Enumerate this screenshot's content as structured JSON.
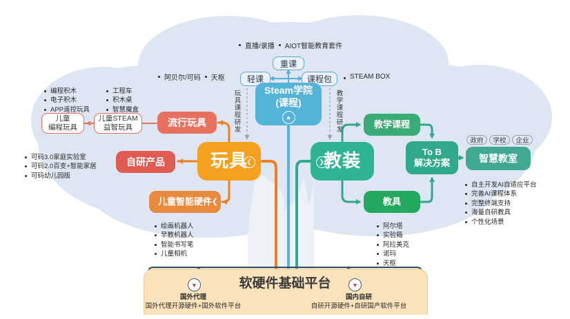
{
  "diagram": {
    "title": "产品体系树状图",
    "background_shape": "tree-cloud"
  },
  "colors": {
    "cloud": "#dfe6f3",
    "trunk": "#eef1f8",
    "toys": "#f5a01e",
    "edu": "#2fb395",
    "steam": "#54b3d9",
    "popular_toys": "#e8705f",
    "self_dev": "#e05c52",
    "kid_hardware": "#e98b3e",
    "teach_course": "#3aab77",
    "teach_aid": "#22a85f",
    "to_b": "#2fa88c",
    "smart_classroom": "#41a894",
    "platform": "#fae3bb",
    "platform_border": "#f0c98a",
    "connector_orange": "#ef7d22",
    "connector_green": "#2fa88c",
    "connector_blue": "#54b3d9"
  },
  "top_bullets": {
    "items": [
      "直播/录播",
      "AIOT智能教育套件"
    ]
  },
  "course_row": {
    "items": [
      "阿贝尔/可码",
      "天枢"
    ],
    "pills": {
      "zhongke": "重课",
      "qingke": "轻课",
      "course_package": "课程包"
    },
    "steam_box": "STEAM BOX"
  },
  "steam_academy": {
    "line1": "Steam学院",
    "line2": "(课程)",
    "chevron": "chevron-up-icon"
  },
  "vertical_labels": {
    "left": "玩具课程研发",
    "right": "教学课程研发"
  },
  "toys_branch": {
    "root": "玩具",
    "children": [
      {
        "key": "popular",
        "label": "流行玩具"
      },
      {
        "key": "self_dev",
        "label": "自研产品"
      },
      {
        "key": "kid_hardware",
        "label": "儿童智能硬件"
      }
    ],
    "popular_children": [
      {
        "key": "kid_steam",
        "line1": "儿童STEAM",
        "line2": "益智玩具"
      },
      {
        "key": "kid_prog",
        "line1": "儿童",
        "line2": "编程玩具"
      }
    ],
    "popular_bullets_col1": [
      "编程积木",
      "电子积木",
      "APP遥控玩具"
    ],
    "popular_bullets_col2": [
      "工程车",
      "积木桌",
      "智慧魔盒"
    ],
    "self_dev_bullets": [
      "可码3.0家庭实验室",
      "可码2.0百变+智能家居",
      "可码幼儿园版"
    ],
    "kid_hardware_bullets": [
      "绘画机器人",
      "早教机器人",
      "智能书写笔",
      "儿童相机"
    ]
  },
  "edu_branch": {
    "root": "教装",
    "children": [
      {
        "key": "teach_course",
        "label": "教学课程"
      },
      {
        "key": "teach_aid",
        "label": "教具"
      }
    ],
    "to_b": {
      "line1": "To B",
      "line2": "解决方案"
    },
    "smart_classroom": "智慧教室",
    "customer_tags": [
      "政府",
      "学校",
      "企业"
    ],
    "smart_classroom_bullets": [
      "自主开发AI自适应平台",
      "完善AI课程体系",
      "完整终端支持",
      "海量自研教具",
      "个性化场景"
    ],
    "teach_aid_bullets": [
      "阿尔塔",
      "实验箱",
      "阿拉美克",
      "诺玛",
      "天枢"
    ]
  },
  "platform": {
    "title": "软硬件基础平台",
    "left": {
      "title": "国外代理",
      "desc": "国外代理开源硬件+国外软件平台",
      "icon": "chevron-down-circle-icon"
    },
    "right": {
      "title": "国内自研",
      "desc": "自研开源硬件+自研国产软件平台",
      "icon": "chevron-down-circle-icon"
    }
  }
}
